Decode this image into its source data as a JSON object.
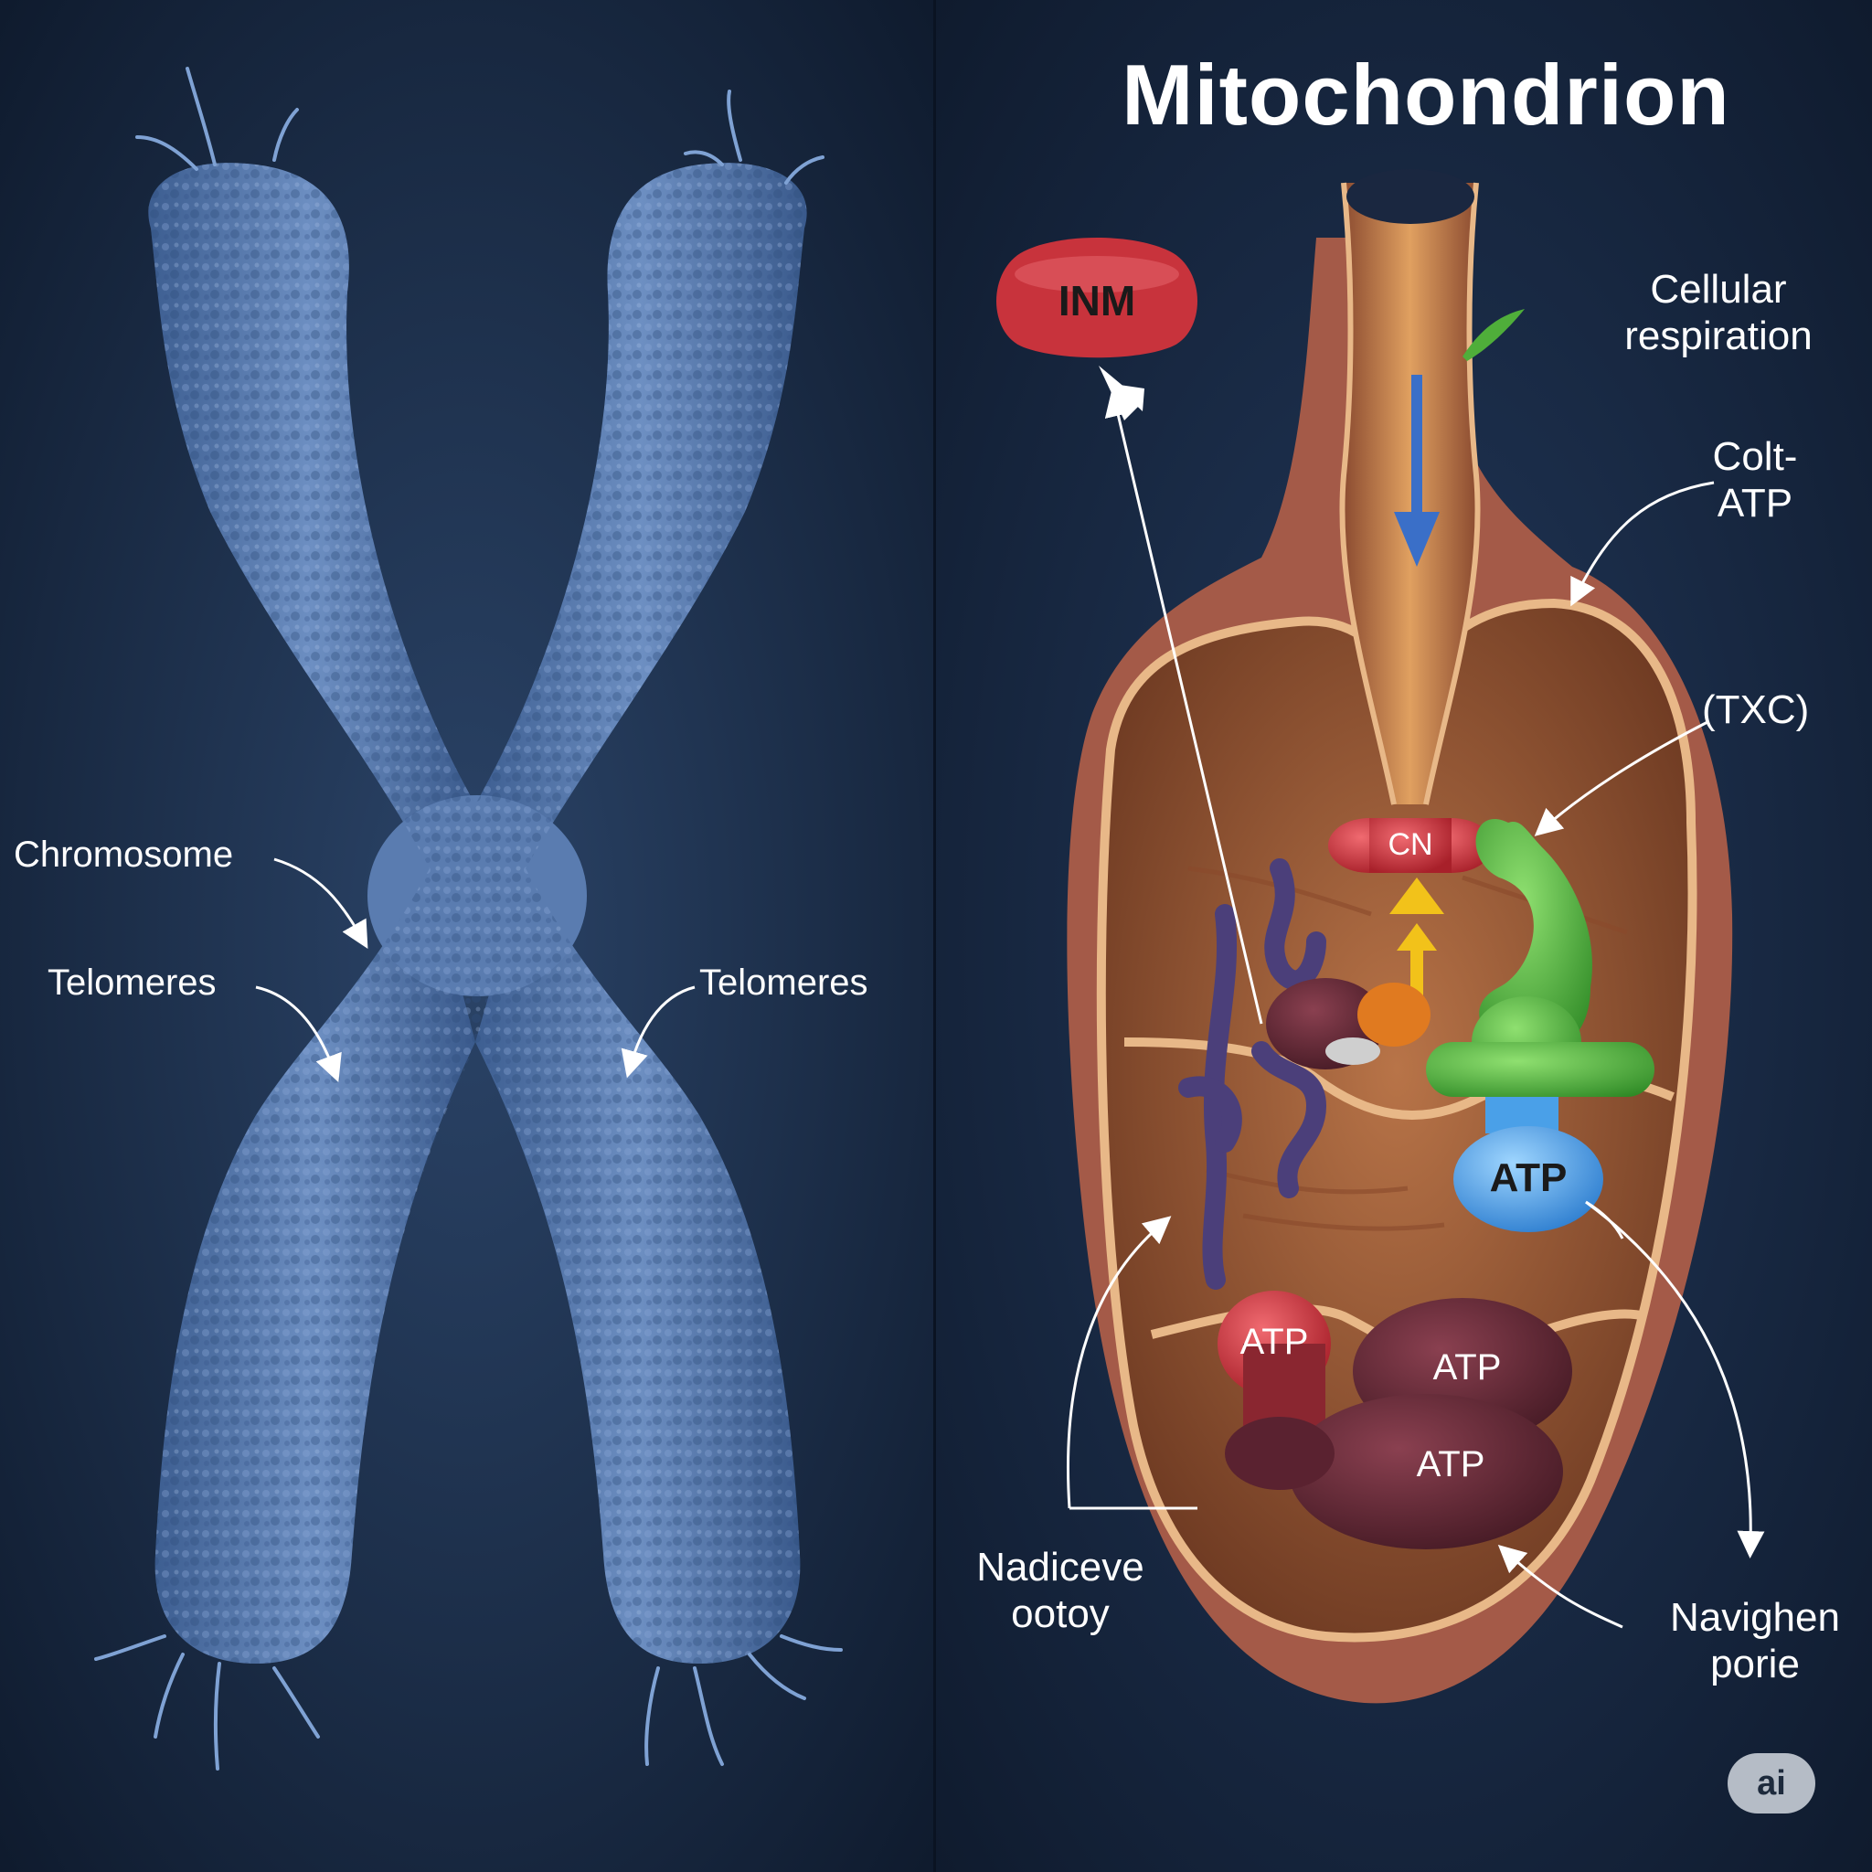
{
  "title": "Mitochondrion",
  "left_panel": {
    "labels": {
      "chromosome": "Chromosome",
      "telomeres_left": "Telomeres",
      "telomeres_right": "Telomeres"
    }
  },
  "right_panel": {
    "labels": {
      "inm": "INM",
      "cn": "CN",
      "cellular_respiration_line1": "Cellular",
      "cellular_respiration_line2": "respiration",
      "colt_atp_line1": "Colt-",
      "colt_atp_line2": "ATP",
      "txc": "(TXC)",
      "atp_blue": "ATP",
      "atp_red": "ATP",
      "atp_dark_top": "ATP",
      "atp_dark_bottom": "ATP",
      "nadiceve_line1": "Nadiceve",
      "nadiceve_line2": "ootoy",
      "navighen_line1": "Navighen",
      "navighen_line2": "porie"
    }
  },
  "badge": "ai",
  "colors": {
    "background": "#14233a",
    "chromosome": "#4f73a8",
    "outer_membrane": "#b86a5a",
    "matrix": "#9a5a34",
    "cristae_line": "#e8b888",
    "inm_blob": "#c8333c",
    "green_complex": "#4fae3a",
    "atp_blue": "#3a8fd8",
    "purple_chain": "#4b3f7a",
    "dark_complex": "#5a2230"
  }
}
